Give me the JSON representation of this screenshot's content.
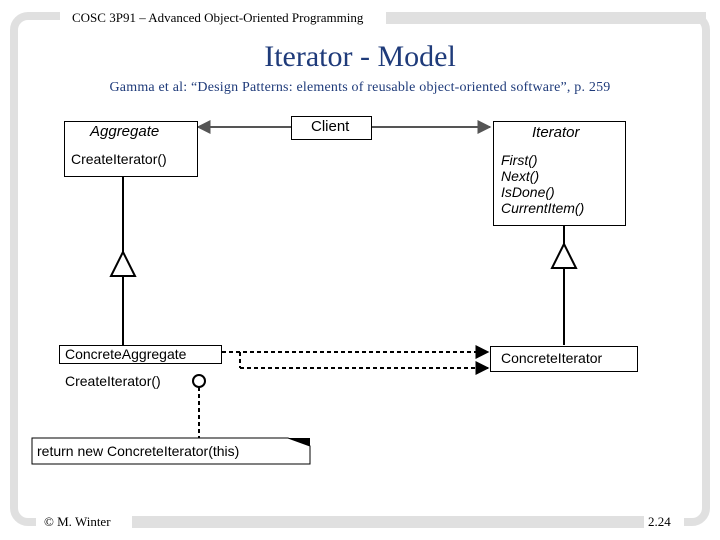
{
  "header": {
    "course": "COSC 3P91 – Advanced Object-Oriented Programming"
  },
  "title": "Iterator - Model",
  "subtitle": "Gamma et al: “Design Patterns: elements of reusable object-oriented software”, p. 259",
  "diagram": {
    "aggregate": {
      "name": "Aggregate",
      "methods": [
        "CreateIterator()"
      ]
    },
    "client": {
      "name": "Client"
    },
    "iterator": {
      "name": "Iterator",
      "methods": [
        "First()",
        "Next()",
        "IsDone()",
        "CurrentItem()"
      ]
    },
    "concrete_aggregate": {
      "name": "ConcreteAggregate",
      "methods": [
        "CreateIterator()"
      ]
    },
    "concrete_iterator": {
      "name": "ConcreteIterator"
    },
    "note": {
      "text": "return new ConcreteIterator(this)"
    }
  },
  "footer": {
    "author": "© M. Winter",
    "page": "2.24"
  },
  "colors": {
    "title": "#1f3b7a",
    "frame": "#e0e0e0"
  }
}
